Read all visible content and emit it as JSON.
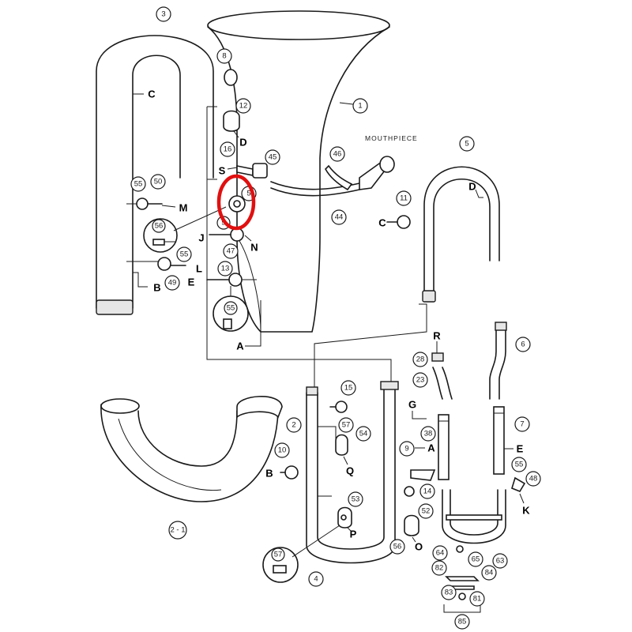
{
  "mouthpiece_label": "MOUTHPIECE",
  "highlight_color": "#e01010",
  "callouts": [
    {
      "id": "c3",
      "text": "3"
    },
    {
      "id": "c8",
      "text": "8"
    },
    {
      "id": "c1",
      "text": "1"
    },
    {
      "id": "c12",
      "text": "12"
    },
    {
      "id": "c16",
      "text": "16"
    },
    {
      "id": "c45",
      "text": "45"
    },
    {
      "id": "c46",
      "text": "46"
    },
    {
      "id": "c44",
      "text": "44"
    },
    {
      "id": "c5top",
      "text": "5"
    },
    {
      "id": "c5b",
      "text": "5"
    },
    {
      "id": "c55a",
      "text": "55"
    },
    {
      "id": "c50",
      "text": "50"
    },
    {
      "id": "c56a",
      "text": "56"
    },
    {
      "id": "c52a",
      "text": "5"
    },
    {
      "id": "c47",
      "text": "47"
    },
    {
      "id": "c55b",
      "text": "55"
    },
    {
      "id": "c49",
      "text": "49"
    },
    {
      "id": "c13",
      "text": "13"
    },
    {
      "id": "c55c",
      "text": "55"
    },
    {
      "id": "c11",
      "text": "11"
    },
    {
      "id": "c6",
      "text": "6"
    },
    {
      "id": "c28",
      "text": "28"
    },
    {
      "id": "c23",
      "text": "23"
    },
    {
      "id": "c38",
      "text": "38"
    },
    {
      "id": "c7",
      "text": "7"
    },
    {
      "id": "c9",
      "text": "9"
    },
    {
      "id": "c14",
      "text": "14"
    },
    {
      "id": "c55d",
      "text": "55"
    },
    {
      "id": "c48",
      "text": "48"
    },
    {
      "id": "c2",
      "text": "2"
    },
    {
      "id": "c10",
      "text": "10"
    },
    {
      "id": "c21",
      "text": "2 - 1"
    },
    {
      "id": "c15",
      "text": "15"
    },
    {
      "id": "c57a",
      "text": "57"
    },
    {
      "id": "c54",
      "text": "54"
    },
    {
      "id": "c53",
      "text": "53"
    },
    {
      "id": "c52b",
      "text": "52"
    },
    {
      "id": "c56b",
      "text": "56"
    },
    {
      "id": "c57b",
      "text": "57"
    },
    {
      "id": "c4",
      "text": "4"
    },
    {
      "id": "c63",
      "text": "63"
    },
    {
      "id": "c64",
      "text": "64"
    },
    {
      "id": "c65",
      "text": "65"
    },
    {
      "id": "c82",
      "text": "82"
    },
    {
      "id": "c84",
      "text": "84"
    },
    {
      "id": "c83",
      "text": "83"
    },
    {
      "id": "c81",
      "text": "81"
    },
    {
      "id": "c85",
      "text": "85"
    }
  ],
  "connectors": {
    "C1": "C",
    "D1": "D",
    "S": "S",
    "M": "M",
    "J": "J",
    "N": "N",
    "L": "L",
    "B1": "B",
    "E1": "E",
    "A1": "A",
    "C2": "C",
    "D2": "D",
    "R": "R",
    "G": "G",
    "A2": "A",
    "E2": "E",
    "K": "K",
    "B2": "B",
    "Q": "Q",
    "P": "P",
    "O": "O"
  }
}
